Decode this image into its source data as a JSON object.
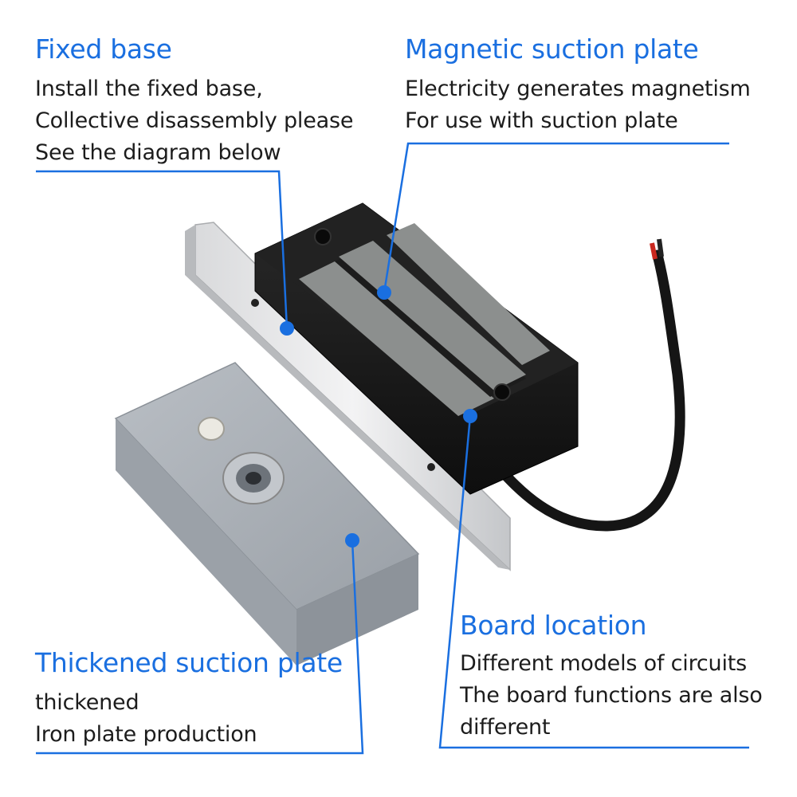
{
  "callouts": {
    "fixed_base": {
      "title": "Fixed base",
      "lines": [
        "Install the fixed base,",
        "Collective disassembly please",
        "See the diagram below"
      ]
    },
    "magnetic_plate": {
      "title": "Magnetic suction plate",
      "lines": [
        "Electricity generates magnetism",
        "For use with suction plate"
      ]
    },
    "board_location": {
      "title": "Board location",
      "lines": [
        "Different models of circuits",
        "The board functions are also",
        "different"
      ]
    },
    "thickened_plate": {
      "title": "Thickened suction plate",
      "lines": [
        "thickened",
        "Iron plate production"
      ]
    }
  },
  "colors": {
    "accent": "#1a6fe0",
    "text": "#1c1c1c",
    "background": "#ffffff"
  }
}
